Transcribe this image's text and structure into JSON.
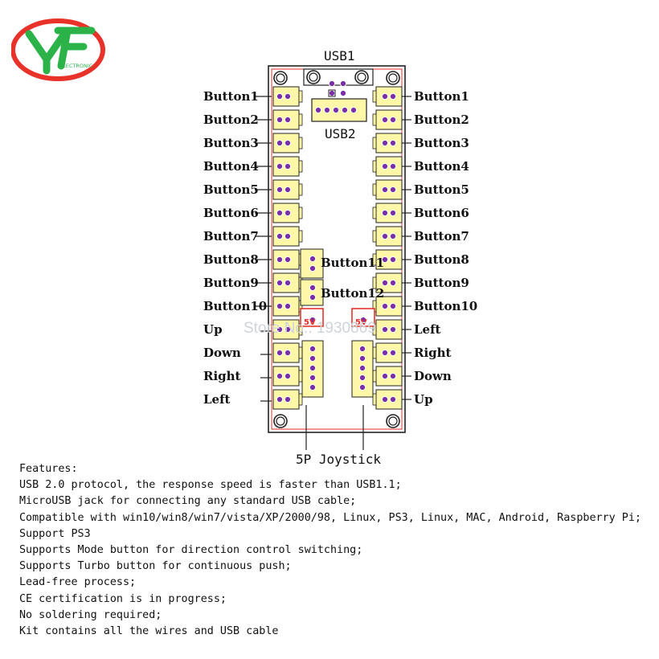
{
  "logo": {
    "text": "ELECTRONIC",
    "colors": {
      "red": "#e8322a",
      "green": "#2bb34a"
    }
  },
  "board": {
    "usb1_label": "USB1",
    "usb2_label": "USB2",
    "joystick_label": "5P Joystick",
    "button11_label": "Button11",
    "button12_label": "Button12",
    "v5_label": "5V",
    "left_labels": [
      "Button1",
      "Button2",
      "Button3",
      "Button4",
      "Button5",
      "Button6",
      "Button7",
      "Button8",
      "Button9",
      "Button10",
      "Up",
      "Down",
      "Right",
      "Left"
    ],
    "right_labels": [
      "Button1",
      "Button2",
      "Button3",
      "Button4",
      "Button5",
      "Button6",
      "Button7",
      "Button8",
      "Button9",
      "Button10",
      "Left",
      "Right",
      "Down",
      "Up"
    ],
    "colors": {
      "pcb": "#fff7a8",
      "pad": "#7a2fa6",
      "outline": "#e8322a",
      "pad_ring": "#ffffff"
    }
  },
  "watermark": "Store No.: 1930869",
  "features": {
    "heading": "Features:",
    "items": [
      "USB 2.0 protocol, the response speed is faster than USB1.1;",
      "MicroUSB jack for connecting any standard USB cable;",
      "Compatible with win10/win8/win7/vista/XP/2000/98, Linux, PS3, Linux, MAC, Android, Raspberry Pi;",
      "Support PS3",
      "Supports Mode button for direction control switching;",
      "Supports Turbo button for continuous push;",
      "Lead-free process;",
      "CE certification is in progress;",
      "No soldering required;",
      "Kit contains all the wires and USB cable"
    ]
  }
}
